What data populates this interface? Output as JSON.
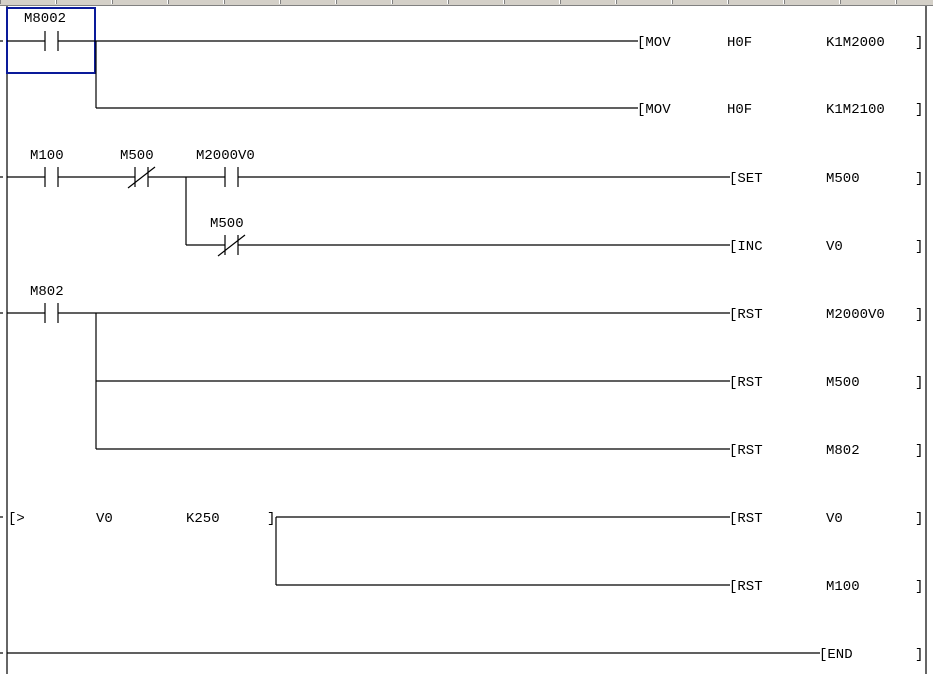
{
  "contacts": {
    "r1_c1": "M8002",
    "r2_c1": "M100",
    "r2_c2": "M500",
    "r2_c3": "M2000V0",
    "r2_c4": "M500",
    "r3_c1": "M802"
  },
  "instructions": {
    "i1": {
      "op": "[MOV",
      "a": "H0F",
      "b": "K1M2000"
    },
    "i2": {
      "op": "[MOV",
      "a": "H0F",
      "b": "K1M2100"
    },
    "i3": {
      "op": "[SET",
      "b": "M500"
    },
    "i4": {
      "op": "[INC",
      "b": "V0"
    },
    "i5": {
      "op": "[RST",
      "b": "M2000V0"
    },
    "i6": {
      "op": "[RST",
      "b": "M500"
    },
    "i7": {
      "op": "[RST",
      "b": "M802"
    },
    "i8": {
      "op": "[RST",
      "b": "V0"
    },
    "i9": {
      "op": "[RST",
      "b": "M100"
    },
    "i10": {
      "op": "[END"
    }
  },
  "compare": {
    "op": "[>",
    "a": "V0",
    "b": "K250",
    "close": "]"
  },
  "close_bracket": "]"
}
